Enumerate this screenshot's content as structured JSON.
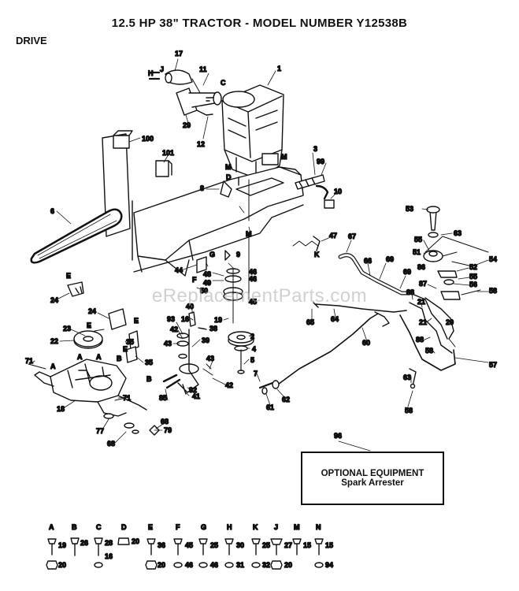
{
  "title": "12.5 HP 38\" TRACTOR - MODEL NUMBER Y12538B",
  "section": "DRIVE",
  "watermark": "eReplacementParts.com",
  "optional": {
    "callout": "96",
    "title": "OPTIONAL EQUIPMENT",
    "subtitle": "Spark Arrester"
  },
  "callouts": {
    "c1": "1",
    "c3": "3",
    "c99": "99",
    "c10": "10",
    "c11": "11",
    "c12": "12",
    "c17": "17",
    "c29": "29",
    "c100": "100",
    "c101": "101",
    "c6": "6",
    "c8": "8",
    "c9": "9",
    "c44": "44",
    "c48": "48",
    "c49": "49",
    "c50": "50",
    "c46a": "46",
    "c46b": "46",
    "c45": "45",
    "c47": "47",
    "c67": "67",
    "c66": "66",
    "c69a": "69",
    "c69b": "69",
    "c53": "53",
    "c63a": "63",
    "c55a": "55",
    "c51": "51",
    "c52": "52",
    "c54": "54",
    "c86": "86",
    "c55b": "55",
    "c56": "56",
    "c87": "87",
    "c58a": "58",
    "c88a": "88",
    "c21a": "21",
    "c21b": "21",
    "c20": "20",
    "c88b": "88",
    "c58b": "58",
    "c57": "57",
    "c65": "65",
    "c64": "64",
    "c60": "60",
    "c63b": "63",
    "c58c": "58",
    "c24a": "24",
    "c24b": "24",
    "c23": "23",
    "c22": "22",
    "c35a": "35",
    "c35b": "35",
    "c93": "93",
    "c16": "16",
    "c40": "40",
    "c38": "38",
    "c42a": "42",
    "c43a": "43",
    "c39": "39",
    "c19": "19",
    "c2": "2",
    "c4": "4",
    "c5": "5",
    "c7": "7",
    "c43b": "43",
    "c42b": "42",
    "c92": "92",
    "c85": "85",
    "c41": "41",
    "c61": "61",
    "c62": "62",
    "c71a": "71",
    "c71b": "71",
    "c18": "18",
    "c77": "77",
    "c68a": "68",
    "c68b": "68",
    "c79": "79"
  },
  "letters": {
    "H": "H",
    "J": "J",
    "C": "C",
    "M1": "M",
    "M2": "M",
    "M3": "M",
    "D": "D",
    "K1": "K",
    "F": "F",
    "G": "G",
    "E1": "E",
    "E2": "E",
    "E3": "E",
    "E4": "E",
    "B1": "B",
    "B2": "B",
    "A1": "A",
    "A2": "A",
    "A3": "A",
    "N": "N"
  },
  "hardware": [
    {
      "letter": "A",
      "top": "19",
      "bottom": "20"
    },
    {
      "letter": "B",
      "top": "26",
      "bottom": ""
    },
    {
      "letter": "C",
      "top": "28",
      "bottom": "16"
    },
    {
      "letter": "D",
      "top": "20",
      "bottom": ""
    },
    {
      "letter": "E",
      "top": "36",
      "bottom": "20"
    },
    {
      "letter": "F",
      "top": "45",
      "bottom": "46"
    },
    {
      "letter": "G",
      "top": "25",
      "bottom": "46"
    },
    {
      "letter": "H",
      "top": "30",
      "bottom": "31"
    },
    {
      "letter": "K",
      "top": "25",
      "bottom": "32"
    },
    {
      "letter": "J",
      "top": "27",
      "bottom": "20"
    },
    {
      "letter": "M",
      "top": "15",
      "bottom": ""
    },
    {
      "letter": "N",
      "top": "15",
      "bottom": "94"
    }
  ],
  "colors": {
    "ink": "#111111",
    "paper": "#ffffff",
    "watermark": "#aaaaaa"
  }
}
